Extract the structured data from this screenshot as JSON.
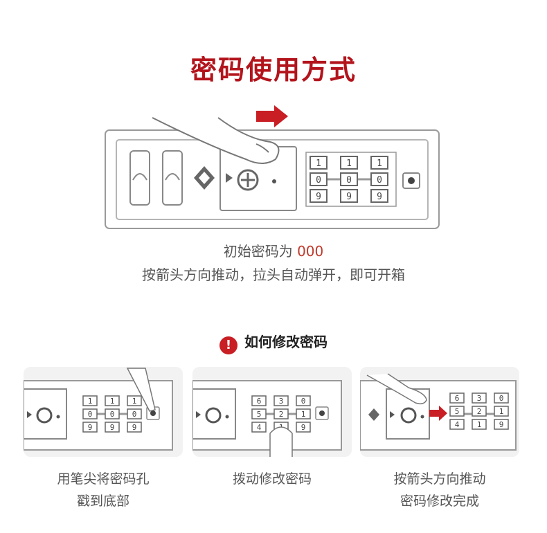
{
  "title": "密码使用方式",
  "main": {
    "caption_line1_prefix": "初始密码为",
    "caption_code": "000",
    "caption_line2": "按箭头方向推动，拉头自动弹开，即可开箱",
    "dials": [
      "1",
      "1",
      "1",
      "0",
      "0",
      "0",
      "9",
      "9",
      "9"
    ]
  },
  "section": {
    "icon": "!",
    "title": "如何修改密码"
  },
  "steps": [
    {
      "caption_line1": "用笔尖将密码孔",
      "caption_line2": "戳到底部",
      "dials": [
        "1",
        "1",
        "1",
        "0",
        "0",
        "0",
        "9",
        "9",
        "9"
      ]
    },
    {
      "caption_line1": "拨动修改密码",
      "caption_line2": "",
      "dials": [
        "6",
        "3",
        "0",
        "5",
        "2",
        "1",
        "4",
        "1",
        "9"
      ]
    },
    {
      "caption_line1": "按箭头方向推动",
      "caption_line2": "密码修改完成",
      "dials": [
        "6",
        "3",
        "0",
        "5",
        "2",
        "1",
        "4",
        "1",
        "9"
      ]
    }
  ],
  "colors": {
    "accent": "#b3141c",
    "outline": "#9a9a9a"
  }
}
